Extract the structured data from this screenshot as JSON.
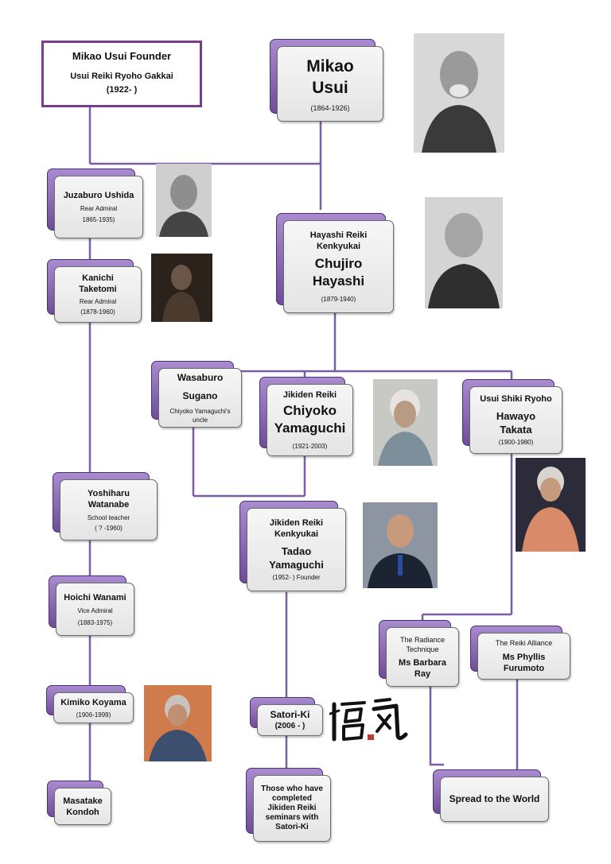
{
  "founder_box": {
    "line1": "Mikao Usui Founder",
    "line2": "Usui Reiki Ryoho Gakkai",
    "line3": "(1922-   )"
  },
  "usui": {
    "name1": "Mikao",
    "name2": "Usui",
    "years": "(1864-1926)"
  },
  "ushida": {
    "name": "Juzaburo Ushida",
    "title": "Rear Admiral",
    "years": "1865-1935)"
  },
  "taketomi": {
    "name1": "Kanichi",
    "name2": "Taketomi",
    "title": "Rear Admiral",
    "years": "(1878-1960)"
  },
  "hayashi": {
    "org1": "Hayashi Reiki",
    "org2": "Kenkyukai",
    "name1": "Chujiro",
    "name2": "Hayashi",
    "years": "(1879-1940)"
  },
  "sugano": {
    "name1": "Wasaburo",
    "name2": "Sugano",
    "note1": "Chiyoko Yamaguchi's",
    "note2": "uncle"
  },
  "chiyoko": {
    "org": "Jikiden Reiki",
    "name1": "Chiyoko",
    "name2": "Yamaguchi",
    "years": "(1921-2003)"
  },
  "takata": {
    "org": "Usui  Shiki Ryoho",
    "name1": "Hawayo",
    "name2": "Takata",
    "years": "(1900-1980)"
  },
  "watanabe": {
    "name1": "Yoshiharu",
    "name2": "Watanabe",
    "title": "School teacher",
    "years": "( ?  -1960)"
  },
  "tadao": {
    "org1": "Jikiden Reiki",
    "org2": "Kenkyukai",
    "name1": "Tadao",
    "name2": "Yamaguchi",
    "years": "(1952-  ) Founder"
  },
  "wanami": {
    "name": "Hoichi Wanami",
    "title": "Vice Admiral",
    "years": "(1883-1975)"
  },
  "ray": {
    "org1": "The Radiance",
    "org2": "Technique",
    "name1": "Ms Barbara",
    "name2": "Ray"
  },
  "furumoto": {
    "org": "The Reiki Alliance",
    "name1": "Ms Phyllis",
    "name2": "Furumoto"
  },
  "koyama": {
    "name": "Kimiko Koyama",
    "years": "(1906-1999)"
  },
  "satori": {
    "name": "Satori-Ki",
    "years": "(2006 -   )"
  },
  "kondoh": {
    "name1": "Masatake",
    "name2": "Kondoh"
  },
  "completed": {
    "l1": "Those who have",
    "l2": "completed",
    "l3": "Jikiden Reiki",
    "l4": "seminars with",
    "l5": "Satori-Ki"
  },
  "spread": {
    "label": "Spread to the World"
  },
  "colors": {
    "line": "#7b5da3",
    "box_back": "#8a68b8",
    "box_front": "#ececec",
    "founder_border": "#7a3d8e"
  }
}
